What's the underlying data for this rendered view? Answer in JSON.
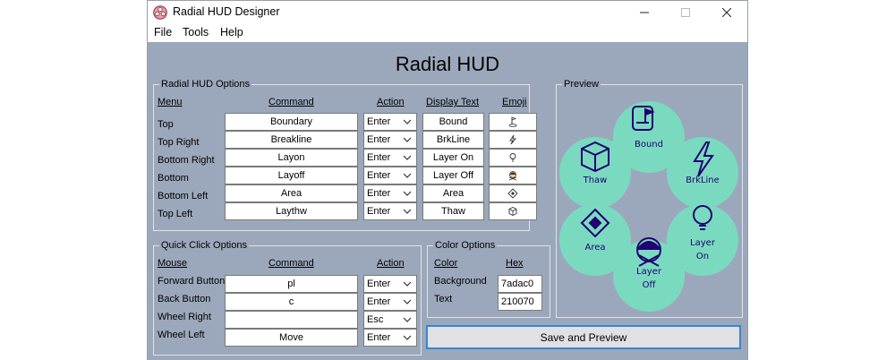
{
  "window": {
    "title": "Radial HUD Designer",
    "menu": [
      "File",
      "Tools",
      "Help"
    ]
  },
  "heading": "Radial HUD",
  "options": {
    "legend": "Radial HUD Options",
    "headers": {
      "menu": "Menu",
      "command": "Command",
      "action": "Action",
      "display": "Display Text",
      "emoji": "Emoji"
    },
    "rows": [
      {
        "menu": "Top",
        "command": "Boundary",
        "action": "Enter",
        "display": "Bound",
        "emoji": "golf-icon"
      },
      {
        "menu": "Top Right",
        "command": "Breakline",
        "action": "Enter",
        "display": "BrkLine",
        "emoji": "lightning-icon"
      },
      {
        "menu": "Bottom Right",
        "command": "Layon",
        "action": "Enter",
        "display": "Layer On",
        "emoji": "lightbulb-icon"
      },
      {
        "menu": "Bottom",
        "command": "Layoff",
        "action": "Enter",
        "display": "Layer Off",
        "emoji": "person-crossed-arms-icon"
      },
      {
        "menu": "Bottom Left",
        "command": "Area",
        "action": "Enter",
        "display": "Area",
        "emoji": "diamond-icon"
      },
      {
        "menu": "Top Left",
        "command": "Laythw",
        "action": "Enter",
        "display": "Thaw",
        "emoji": "ice-cube-icon"
      }
    ]
  },
  "quick": {
    "legend": "Quick Click Options",
    "headers": {
      "mouse": "Mouse",
      "command": "Command",
      "action": "Action"
    },
    "rows": [
      {
        "mouse": "Forward Button",
        "command": "pl",
        "action": "Enter"
      },
      {
        "mouse": "Back Button",
        "command": "c",
        "action": "Enter"
      },
      {
        "mouse": "Wheel Right",
        "command": "",
        "action": "Esc"
      },
      {
        "mouse": "Wheel Left",
        "command": "Move",
        "action": "Enter"
      }
    ]
  },
  "colors": {
    "legend": "Color Options",
    "headers": {
      "color": "Color",
      "hex": "Hex"
    },
    "rows": [
      {
        "name": "Background",
        "hex": "7adac0"
      },
      {
        "name": "Text",
        "hex": "210070"
      }
    ],
    "bg_color": "#7adac0",
    "text_color": "#210070",
    "panel_color": "#9ba8bb"
  },
  "preview": {
    "legend": "Preview",
    "items": {
      "top": {
        "line1": "Bound",
        "line2": ""
      },
      "top_right": {
        "line1": "BrkLine",
        "line2": ""
      },
      "bottom_right": {
        "line1": "Layer",
        "line2": "On"
      },
      "bottom": {
        "line1": "Layer",
        "line2": "Off"
      },
      "bottom_left": {
        "line1": "Area",
        "line2": ""
      },
      "top_left": {
        "line1": "Thaw",
        "line2": ""
      }
    }
  },
  "save_button": "Save and Preview"
}
